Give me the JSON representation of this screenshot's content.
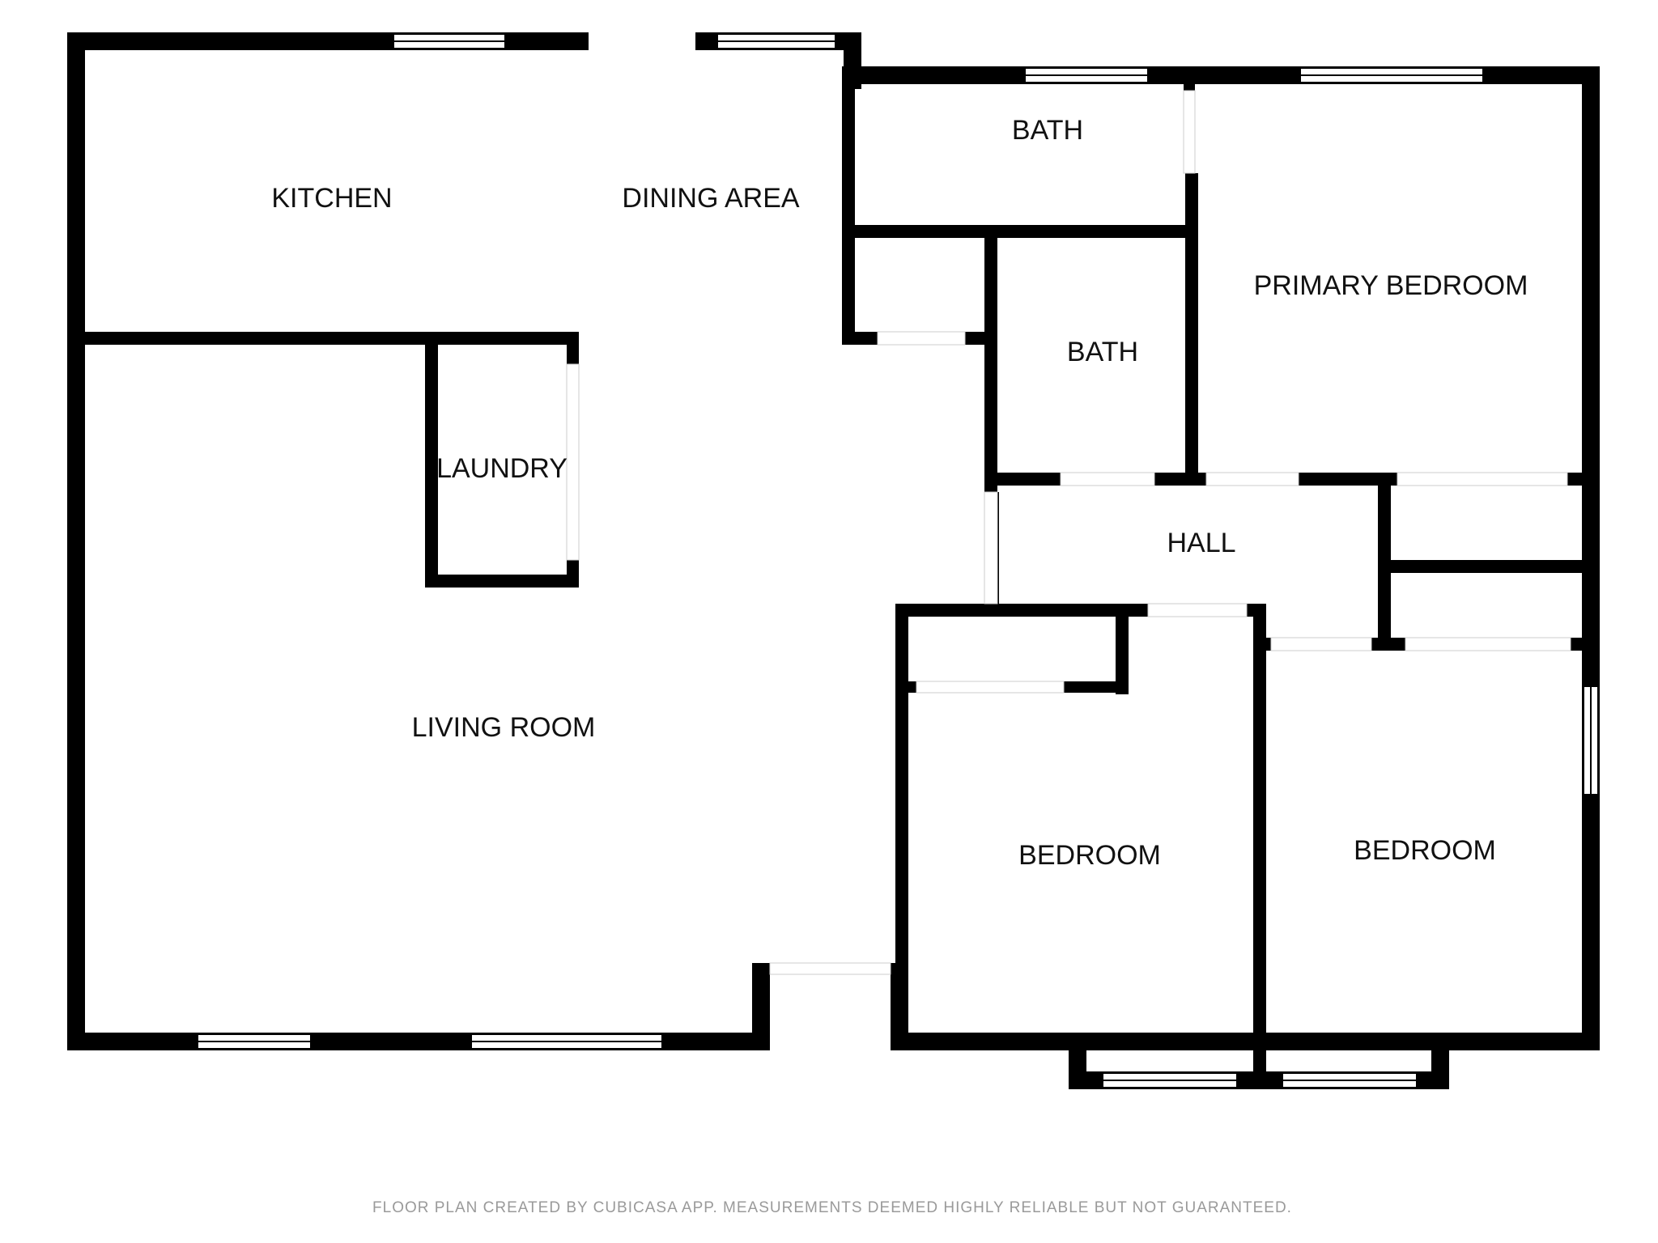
{
  "rooms": {
    "kitchen": "KITCHEN",
    "dining_area": "DINING AREA",
    "bath_top": "BATH",
    "bath_middle": "BATH",
    "primary_bedroom": "PRIMARY BEDROOM",
    "laundry": "LAUNDRY",
    "hall": "HALL",
    "living_room": "LIVING ROOM",
    "bedroom_left": "BEDROOM",
    "bedroom_right": "BEDROOM"
  },
  "footer": {
    "disclaimer": "FLOOR PLAN CREATED BY CUBICASA APP. MEASUREMENTS DEEMED HIGHLY RELIABLE BUT NOT GUARANTEED."
  },
  "colors": {
    "wall": "#000000",
    "background": "#ffffff",
    "opening": "#ffffff",
    "window_frame": "#000000",
    "footer_text": "#9a9a9a"
  }
}
